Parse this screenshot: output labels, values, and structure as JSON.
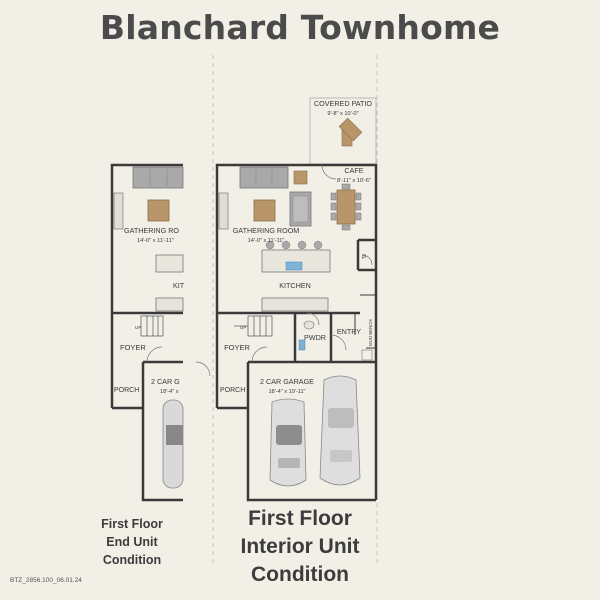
{
  "title": "Blanchard Townhome",
  "end_unit": {
    "rooms": {
      "gathering": "GATHERING RO",
      "gathering_dim": "14'-0\" x 11'-11\"",
      "kitchen": "KIT",
      "foyer": "FOYER",
      "porch": "PORCH",
      "garage": "2 CAR G",
      "garage_dim": "18'-4\" x",
      "up": "UP"
    },
    "caption": [
      "First Floor",
      "End Unit",
      "Condition"
    ]
  },
  "interior_unit": {
    "rooms": {
      "patio": "COVERED PATIO",
      "patio_dim": "9'-8\" x 10'-0\"",
      "cafe": "CAFE",
      "cafe_dim": "8'-11\" x 10'-6\"",
      "gathering": "GATHERING ROOM",
      "gathering_dim": "14'-0\" x 11'-11\"",
      "kitchen": "KITCHEN",
      "pantry": "P",
      "foyer": "FOYER",
      "pwdr": "PWDR",
      "entry": "ENTRY",
      "mud_bench": "MUD BENCH",
      "porch": "PORCH",
      "garage": "2 CAR GARAGE",
      "garage_dim": "18'-4\" x 19'-11\"",
      "up": "UP"
    },
    "caption": [
      "First Floor",
      "Interior Unit",
      "Condition"
    ]
  },
  "plan_code": "BTZ_2856.100_06.01.24",
  "colors": {
    "background": "#f2efe7",
    "wall": "#3a3a3a",
    "furniture_wood": "#b8966a",
    "furniture_grey": "#a9a9a9",
    "sink_blue": "#7fb3d5"
  }
}
